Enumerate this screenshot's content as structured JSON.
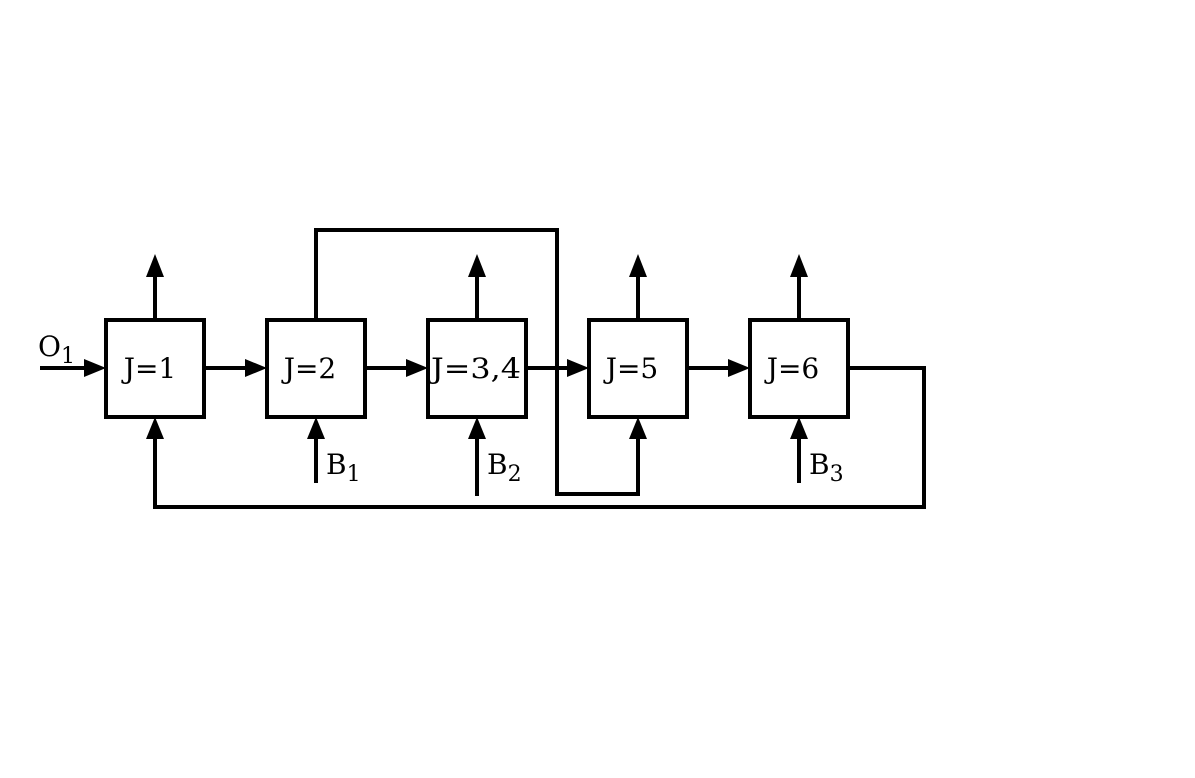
{
  "diagram": {
    "line_color": "#000000",
    "background_color": "#ffffff",
    "blocks": [
      {
        "id": "j1",
        "label": "J=1"
      },
      {
        "id": "j2",
        "label": "J=2"
      },
      {
        "id": "j34",
        "label": "J=3,4"
      },
      {
        "id": "j5",
        "label": "J=5"
      },
      {
        "id": "j6",
        "label": "J=6"
      }
    ],
    "inputs": {
      "o1": {
        "base": "O",
        "sub": "1"
      },
      "b1": {
        "base": "B",
        "sub": "1"
      },
      "b2": {
        "base": "B",
        "sub": "2"
      },
      "b3": {
        "base": "B",
        "sub": "3"
      }
    }
  }
}
